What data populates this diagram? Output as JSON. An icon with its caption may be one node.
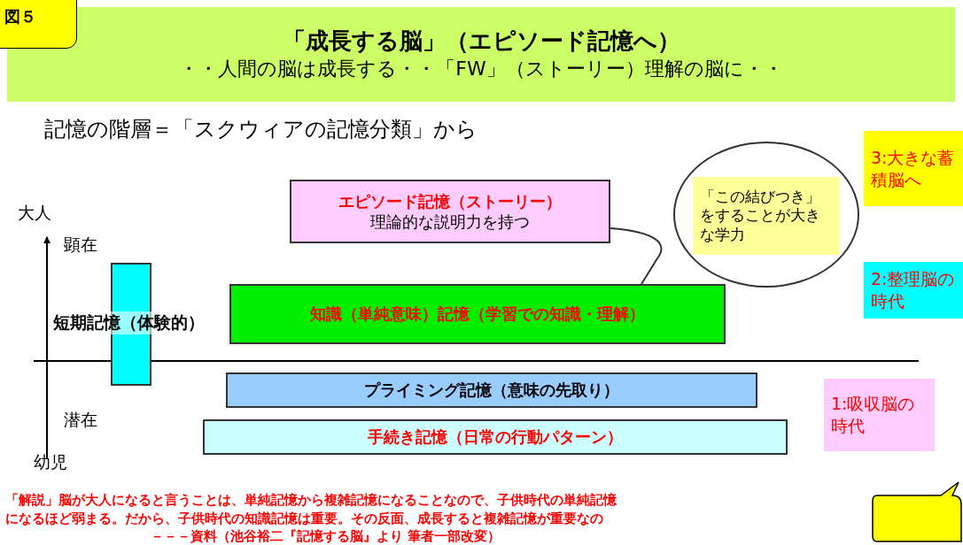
{
  "diagram": {
    "nodes": [
      {
        "text": [
          "「成長する脳」（エピソード記憶へ）",
          "・・人間の脳は成長する・・「FW」（ストーリー）理解の脳に・・"
        ]
      },
      {
        "text": [
          "図５"
        ]
      },
      {
        "text": [
          "エピソード記憶（ストーリー）",
          "理論的な説明力を持つ"
        ]
      },
      {
        "text": [],
        "shape": "bar"
      },
      {
        "text": [
          "知識（単純意味）記憶（学習での知識・理解）"
        ]
      },
      {
        "text": [
          "プライミング記憶（意味の先取り）"
        ]
      },
      {
        "text": [
          "手続き記憶（日常の行動パターン）"
        ]
      },
      {
        "text": [],
        "shape": "circle"
      },
      {
        "text": [
          "「この結びつき」をすることが大きな学力"
        ],
        "in": 7
      },
      {
        "text": [
          "3:大きな蓄積脳へ"
        ]
      },
      {
        "text": [
          "2:整理脳の時代"
        ]
      },
      {
        "text": [
          "1:吸収脳の時代"
        ]
      },
      {
        "text": [],
        "shape": "box"
      }
    ],
    "edges": [
      {
        "from": 2,
        "to": 4,
        "arrow": "none"
      }
    ],
    "labels": [
      "記憶の階層＝「スクウィアの記憶分類」から",
      "大人",
      "顕在",
      "短期記憶（体験的）",
      "潜在",
      "幼児",
      "「解説」脳が大人になると言うことは、単純記憶から複雑記憶になることなので、子供時代の単純記憶",
      "になるほど弱まる。だから、子供時代の知識記憶は重要。その反面、成長すると複雑記憶が重要なの",
      "－－－資料（池谷裕二『記憶する脳』より 筆者一部改変）"
    ]
  }
}
